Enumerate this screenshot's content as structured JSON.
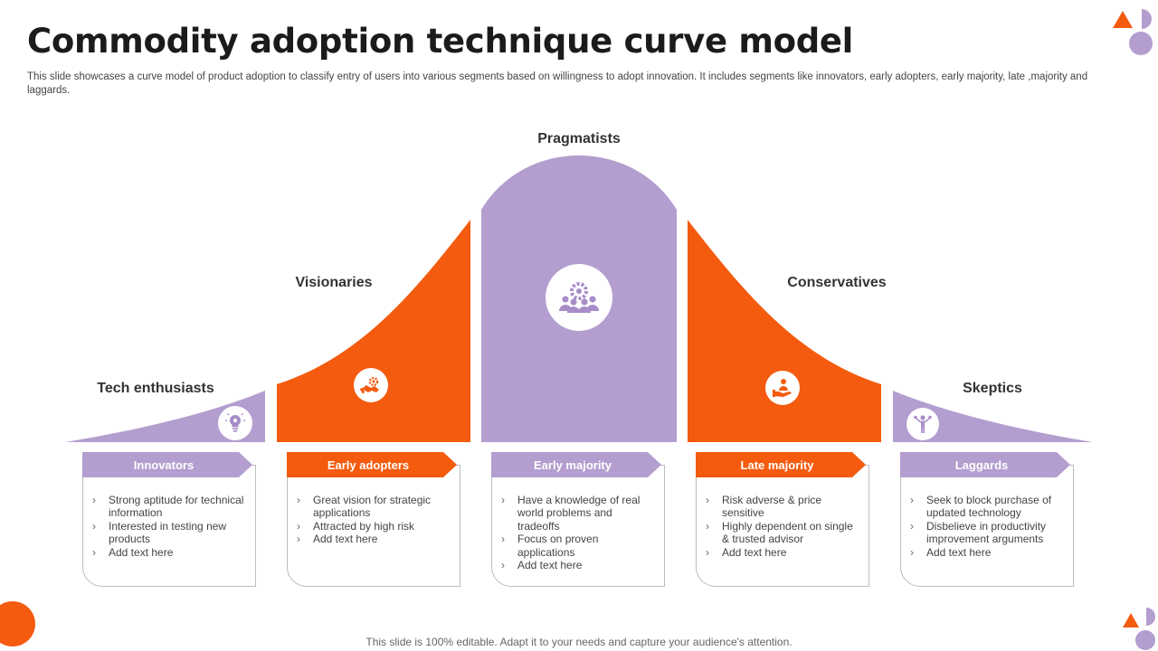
{
  "title": "Commodity adoption technique curve model",
  "subtitle": "This slide showcases a curve model of product adoption to classify entry of users into various segments based on willingness to adopt innovation. It includes segments like innovators, early adopters, early majority, late ,majority and laggards.",
  "footer": "This slide is 100% editable. Adapt it to your needs and capture your audience's attention.",
  "colors": {
    "orange": "#f45b0f",
    "purple": "#b39ecf",
    "icon_purple": "#a88dc8"
  },
  "segments": [
    {
      "shape_label": "Tech enthusiasts",
      "icon": "lightbulb-gear-icon",
      "color": "#b39ecf",
      "card_title": "Innovators",
      "bullets": [
        "Strong aptitude for technical information",
        "Interested in testing new products",
        "Add text here"
      ]
    },
    {
      "shape_label": "Visionaries",
      "icon": "handshake-gear-icon",
      "color": "#f45b0f",
      "card_title": "Early adopters",
      "bullets": [
        "Great vision for strategic applications",
        "Attracted  by high risk",
        "Add text here"
      ]
    },
    {
      "shape_label": "Pragmatists",
      "icon": "team-gear-icon",
      "color": "#b39ecf",
      "card_title": "Early majority",
      "bullets": [
        "Have a knowledge of real world problems and tradeoffs",
        "Focus on proven applications",
        "Add text here"
      ]
    },
    {
      "shape_label": "Conservatives",
      "icon": "hand-person-icon",
      "color": "#f45b0f",
      "card_title": "Late majority",
      "bullets": [
        "Risk adverse & price sensitive",
        "Highly dependent on single & trusted advisor",
        "Add text here"
      ]
    },
    {
      "shape_label": "Skeptics",
      "icon": "person-decision-icon",
      "color": "#b39ecf",
      "card_title": "Laggards",
      "bullets": [
        "Seek to block purchase of updated technology",
        "Disbelieve in productivity improvement arguments",
        "Add text here"
      ]
    }
  ]
}
